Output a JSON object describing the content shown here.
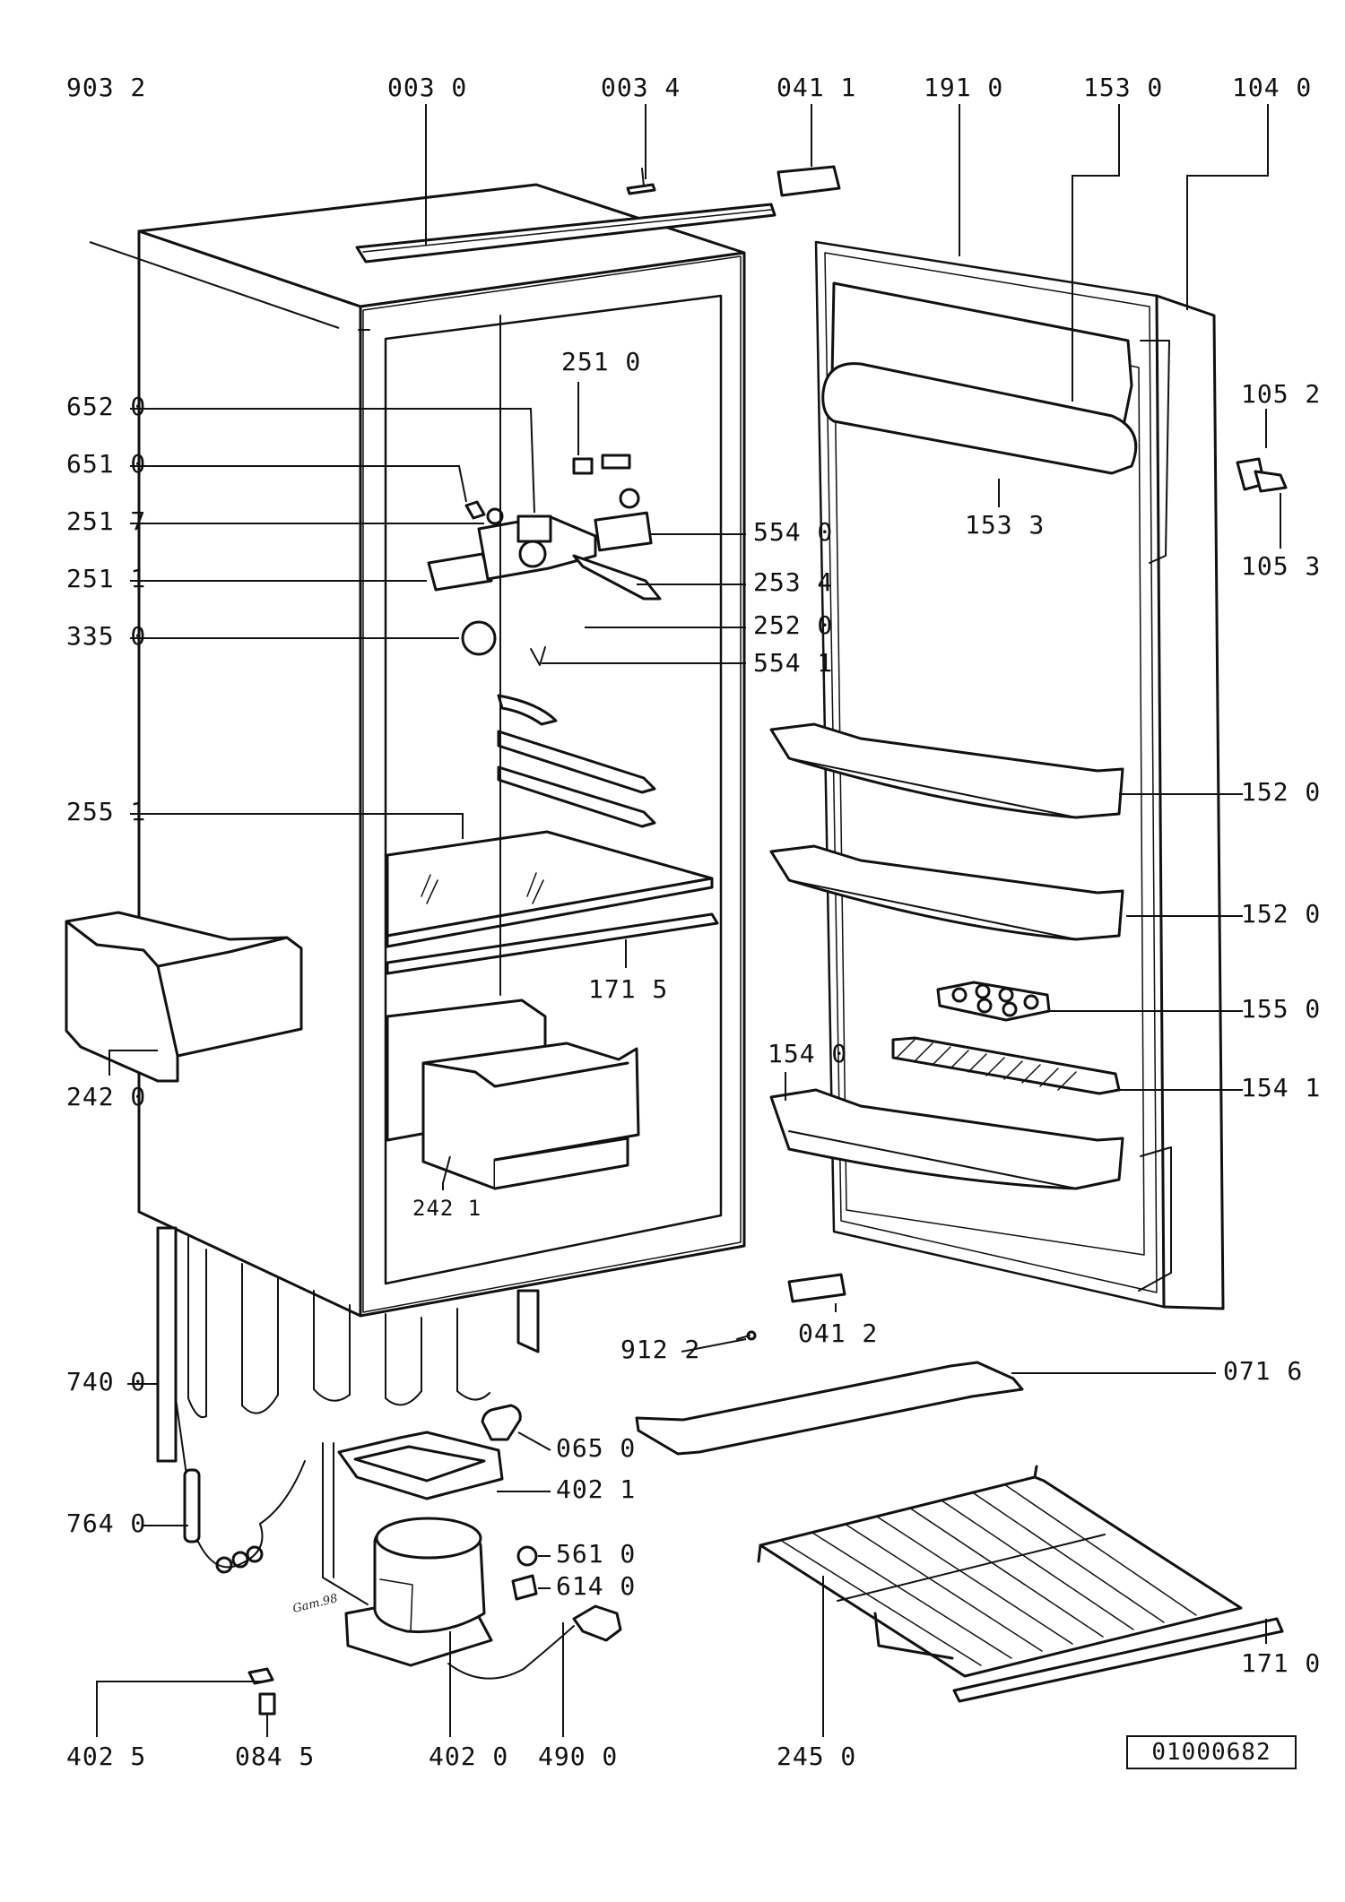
{
  "diagram": {
    "reference_code": "01000682",
    "signature": "Gam.98",
    "labels": [
      {
        "id": "903_2",
        "text": "903 2"
      },
      {
        "id": "003_0",
        "text": "003 0"
      },
      {
        "id": "003_4",
        "text": "003 4"
      },
      {
        "id": "041_1",
        "text": "041 1"
      },
      {
        "id": "191_0",
        "text": "191 0"
      },
      {
        "id": "153_0",
        "text": "153 0"
      },
      {
        "id": "104_0",
        "text": "104 0"
      },
      {
        "id": "251_0",
        "text": "251 0"
      },
      {
        "id": "652_0",
        "text": "652 0"
      },
      {
        "id": "651_0",
        "text": "651 0"
      },
      {
        "id": "251_7",
        "text": "251 7"
      },
      {
        "id": "251_1",
        "text": "251 1"
      },
      {
        "id": "335_0",
        "text": "335 0"
      },
      {
        "id": "554_0",
        "text": "554 0"
      },
      {
        "id": "253_4",
        "text": "253 4"
      },
      {
        "id": "252_0",
        "text": "252 0"
      },
      {
        "id": "554_1",
        "text": "554 1"
      },
      {
        "id": "153_3",
        "text": "153 3"
      },
      {
        "id": "105_2",
        "text": "105 2"
      },
      {
        "id": "105_3",
        "text": "105 3"
      },
      {
        "id": "255_1",
        "text": "255 1"
      },
      {
        "id": "152_0a",
        "text": "152 0"
      },
      {
        "id": "152_0b",
        "text": "152 0"
      },
      {
        "id": "171_5",
        "text": "171 5"
      },
      {
        "id": "155_0",
        "text": "155 0"
      },
      {
        "id": "154_0",
        "text": "154 0"
      },
      {
        "id": "154_1",
        "text": "154 1"
      },
      {
        "id": "242_0",
        "text": "242 0"
      },
      {
        "id": "242_1",
        "text": "242 1"
      },
      {
        "id": "912_2",
        "text": "912 2"
      },
      {
        "id": "041_2",
        "text": "041 2"
      },
      {
        "id": "071_6",
        "text": "071 6"
      },
      {
        "id": "740_0",
        "text": "740 0"
      },
      {
        "id": "065_0",
        "text": "065 0"
      },
      {
        "id": "402_1",
        "text": "402 1"
      },
      {
        "id": "764_0",
        "text": "764 0"
      },
      {
        "id": "561_0",
        "text": "561 0"
      },
      {
        "id": "614_0",
        "text": "614 0"
      },
      {
        "id": "171_0",
        "text": "171 0"
      },
      {
        "id": "402_5",
        "text": "402 5"
      },
      {
        "id": "084_5",
        "text": "084 5"
      },
      {
        "id": "402_0",
        "text": "402 0"
      },
      {
        "id": "490_0",
        "text": "490 0"
      },
      {
        "id": "245_0",
        "text": "245 0"
      }
    ]
  }
}
